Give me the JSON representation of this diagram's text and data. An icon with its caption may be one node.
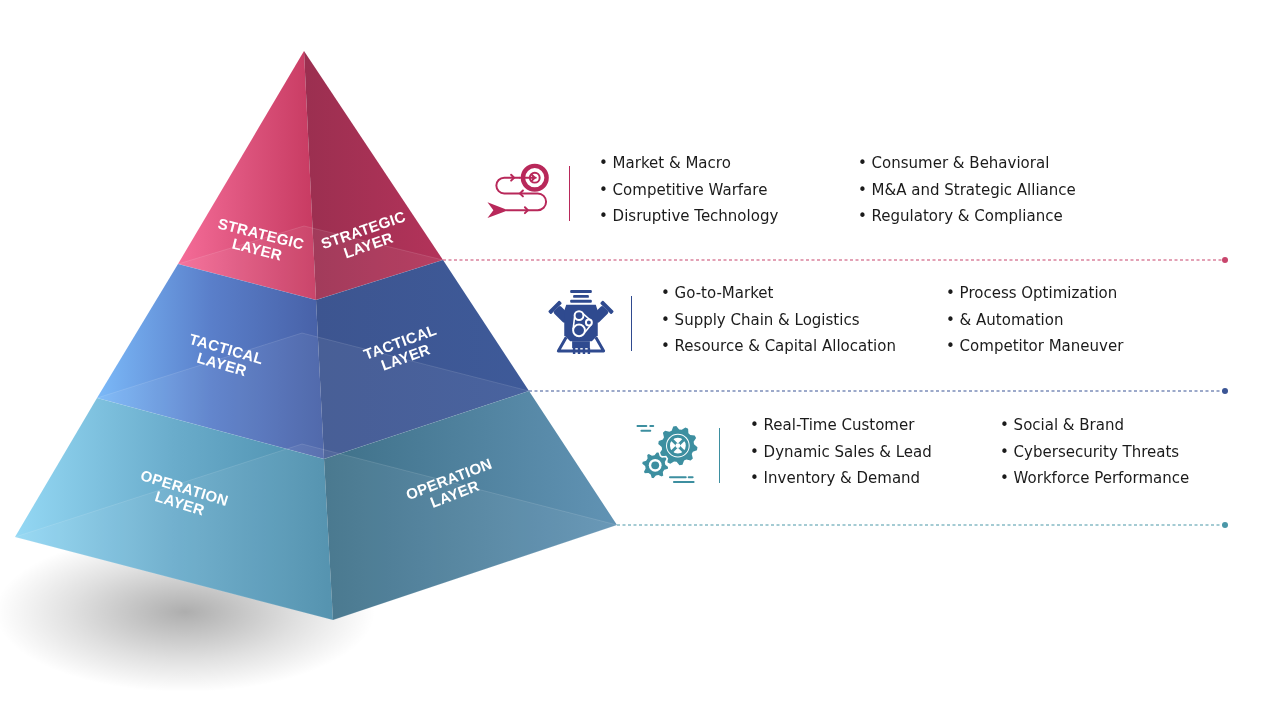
{
  "diagram": {
    "nodes": [
      {
        "text": [
          "STRATEGIC LAYER",
          "STRATEGIC LAYER"
        ]
      },
      {
        "text": [
          "TACTICAL LAYER",
          "TACTICAL LAYER"
        ]
      },
      {
        "text": [
          "OPERATION LAYER",
          "OPERATION LAYER"
        ]
      }
    ],
    "edges": [
      {
        "from": 0,
        "to": null,
        "arrow": "other",
        "style": "dashed",
        "color": "#c8456c"
      },
      {
        "from": 1,
        "to": null,
        "arrow": "other",
        "style": "dashed",
        "color": "#3b5595"
      },
      {
        "from": 2,
        "to": null,
        "arrow": "other",
        "style": "dashed",
        "color": "#4a97a8"
      }
    ],
    "labels": [
      "• Market & Macro",
      "• Competitive Warfare",
      "• Disruptive Technology",
      "• Consumer & Behavioral",
      "• M&A and Strategic Alliance",
      "• Regulatory & Compliance",
      "• Go-to-Market",
      "• Supply Chain & Logistics",
      "• Resource & Capital Allocation",
      "• Process Optimization",
      "• & Automation",
      "• Competitor Maneuver",
      "• Real-Time Customer",
      "• Dynamic Sales & Lead",
      "• Inventory & Demand",
      "• Social & Brand",
      "• Cybersecurity Threats",
      "• Workforce Performance"
    ]
  }
}
